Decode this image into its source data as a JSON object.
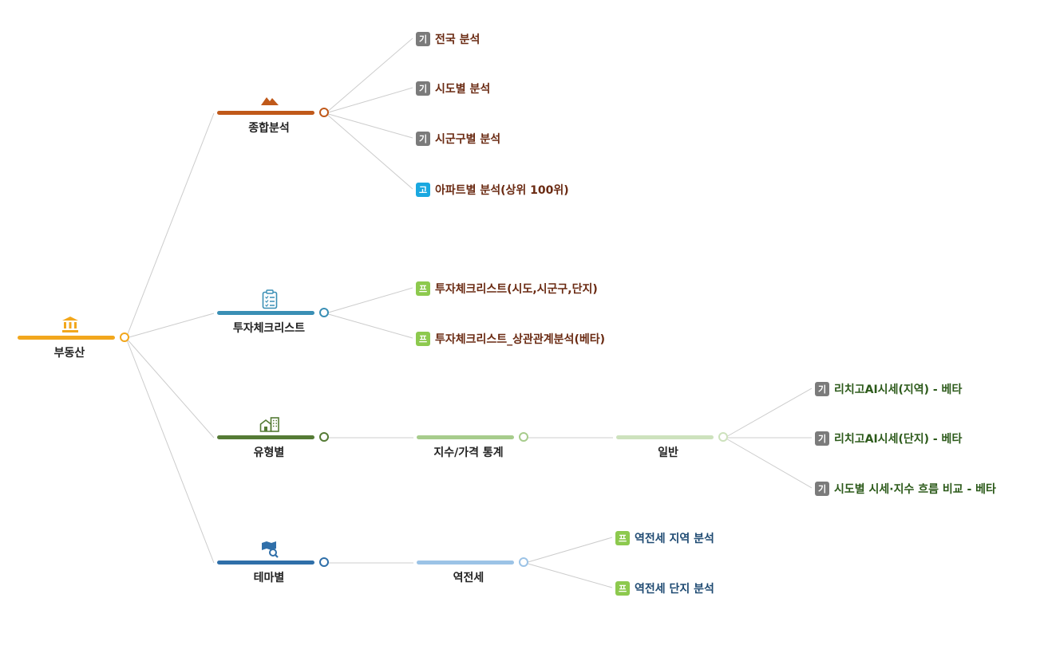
{
  "colors": {
    "root": "#f2a71d",
    "branch1": "#c0591a",
    "branch2": "#3a8fb5",
    "branch3": "#557b35",
    "branch3_l2": "#a7cc8c",
    "branch3_l3": "#cde2bd",
    "branch4": "#2f6fa9",
    "branch4_l2": "#9cc3e6",
    "leaf_text_brown": "#6a2a12",
    "leaf_text_green": "#2c5a1a",
    "leaf_text_blue": "#1e4a72",
    "badge_gray": "#7b7b7b",
    "badge_cyan": "#1aa8e0",
    "badge_green": "#8dc94e",
    "link": "#cccccc"
  },
  "root": {
    "label": "부동산",
    "icon": "bank-icon"
  },
  "branches": {
    "b1": {
      "label": "종합분석",
      "icon": "mountain-icon",
      "leaves": [
        {
          "badge": "기",
          "text": "전국 분석"
        },
        {
          "badge": "기",
          "text": "시도별 분석"
        },
        {
          "badge": "기",
          "text": "시군구별 분석"
        },
        {
          "badge": "고",
          "text": "아파트별 분석(상위 100위)"
        }
      ]
    },
    "b2": {
      "label": "투자체크리스트",
      "icon": "clipboard-icon",
      "leaves": [
        {
          "badge": "프",
          "text": "투자체크리스트(시도,시군구,단지)"
        },
        {
          "badge": "프",
          "text": "투자체크리스트_상관관계분석(베타)"
        }
      ]
    },
    "b3": {
      "label": "유형별",
      "icon": "buildings-icon",
      "sub": "지수/가격 통계",
      "subsub": "일반",
      "leaves": [
        {
          "badge": "기",
          "text": "리치고AI시세(지역) - 베타"
        },
        {
          "badge": "기",
          "text": "리치고AI시세(단지) - 베타"
        },
        {
          "badge": "기",
          "text": "시도별 시세·지수 흐름 비교 - 베타"
        }
      ]
    },
    "b4": {
      "label": "테마별",
      "icon": "map-search-icon",
      "sub": "역전세",
      "leaves": [
        {
          "badge": "프",
          "text": "역전세 지역 분석"
        },
        {
          "badge": "프",
          "text": "역전세 단지 분석"
        }
      ]
    }
  }
}
